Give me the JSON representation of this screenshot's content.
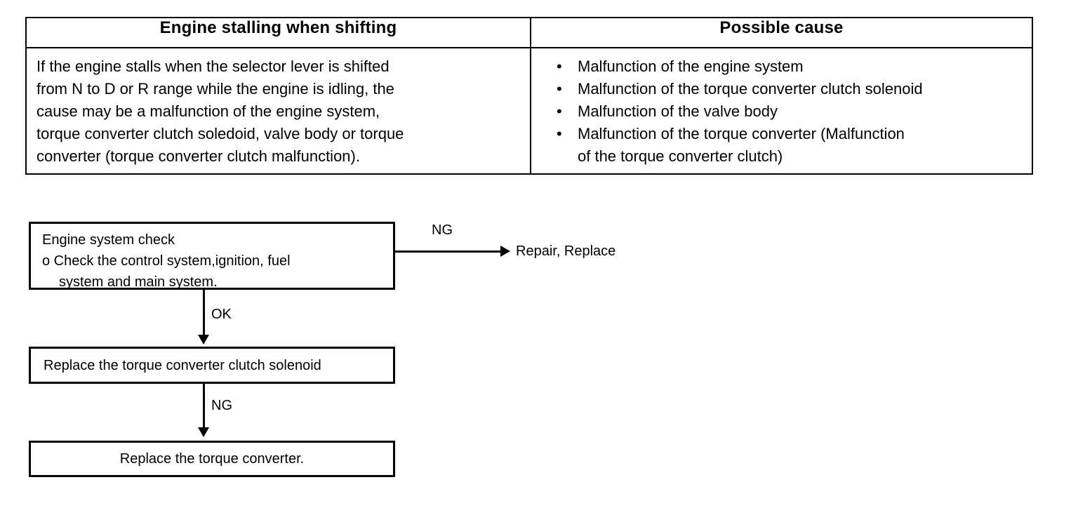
{
  "table": {
    "headers": {
      "symptom": "Engine stalling when shifting",
      "cause": "Possible cause"
    },
    "symptom_paragraph": {
      "line1": "If the engine stalls when the selector lever is shifted",
      "line2": "from N to D or R range while the engine is idling, the",
      "line3": "cause may be a malfunction of the engine system,",
      "line4": "torque converter clutch soledoid, valve body or torque",
      "line5": "converter (torque converter clutch malfunction)."
    },
    "bullet_glyph": "•",
    "causes": [
      {
        "line1": "Malfunction of the engine system",
        "line2": ""
      },
      {
        "line1": "Malfunction of the torque converter clutch solenoid",
        "line2": ""
      },
      {
        "line1": "Malfunction of the valve body",
        "line2": ""
      },
      {
        "line1": "Malfunction of the torque converter (Malfunction",
        "line2": "of the torque converter clutch)"
      }
    ]
  },
  "flowchart": {
    "box_engine_check": {
      "line1": "Engine system check",
      "line2": "o Check the control system,ignition, fuel",
      "line3": "system and main system."
    },
    "box_replace_solenoid": {
      "line1": "Replace the torque converter clutch solenoid"
    },
    "box_replace_converter": {
      "line1": "Replace the torque converter."
    },
    "node_repair_replace": "Repair, Replace",
    "edge_labels": {
      "ng_from_engine_check": "NG",
      "ok_from_engine_check": "OK",
      "ng_from_solenoid": "NG"
    }
  },
  "colors": {
    "ink": "#000000",
    "paper": "#ffffff"
  }
}
